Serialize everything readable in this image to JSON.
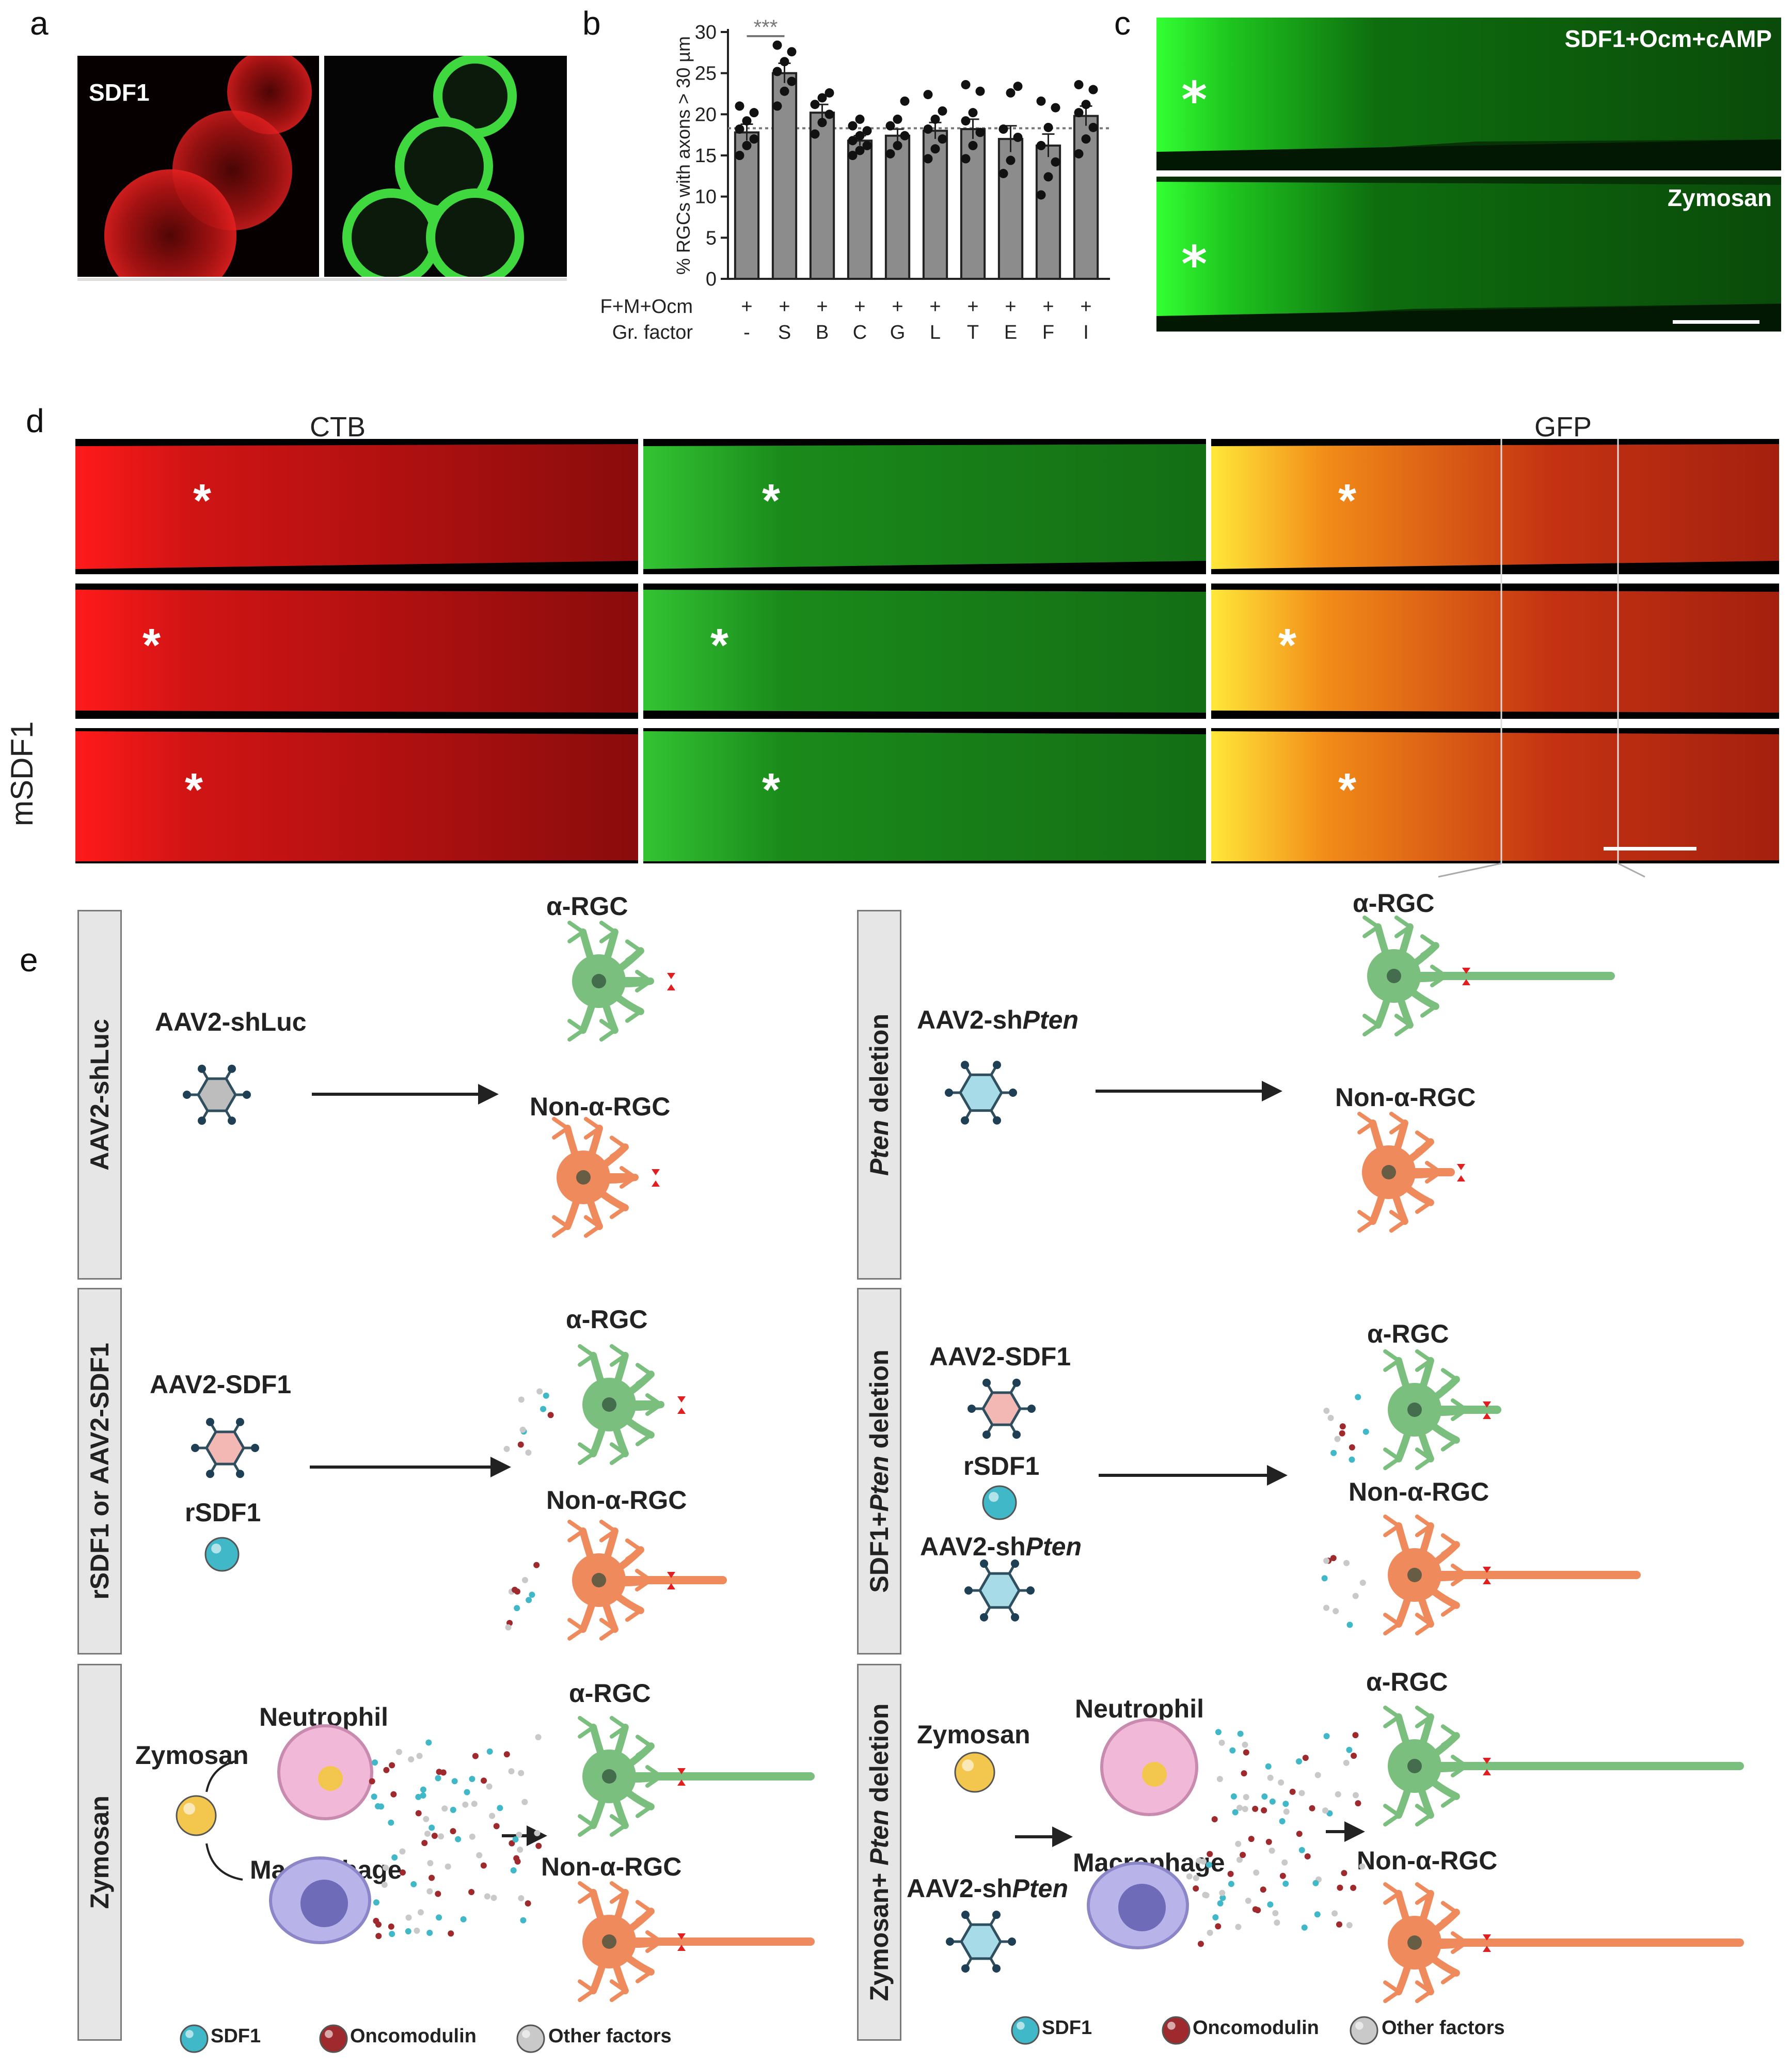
{
  "panel_letters": {
    "a": "a",
    "b": "b",
    "c": "c",
    "d": "d",
    "e": "e"
  },
  "panel_a": {
    "label": "SDF1"
  },
  "chart_data": {
    "type": "bar",
    "ylabel": "% RGCs with axons > 30 µm",
    "ylim": [
      0,
      30
    ],
    "yticks": [
      0,
      5,
      10,
      15,
      20,
      25,
      30
    ],
    "row_labels": [
      "F+M+Ocm",
      "Gr. factor"
    ],
    "categories": [
      "-",
      "S",
      "B",
      "C",
      "G",
      "L",
      "T",
      "E",
      "F",
      "I"
    ],
    "row1": [
      "+",
      "+",
      "+",
      "+",
      "+",
      "+",
      "+",
      "+",
      "+",
      "+"
    ],
    "values": [
      17.8,
      25.0,
      20.2,
      16.8,
      17.4,
      18.0,
      18.2,
      17.0,
      16.2,
      19.8
    ],
    "errors": [
      1.0,
      1.2,
      1.0,
      0.6,
      0.8,
      1.0,
      1.2,
      1.6,
      1.4,
      1.2
    ],
    "baseline": 18.3,
    "significance": {
      "label": "***",
      "from": "-",
      "to": "S"
    },
    "points": [
      [
        15.0,
        16.2,
        17.0,
        18.2,
        19.2,
        20.2,
        21.0
      ],
      [
        21.0,
        22.8,
        24.0,
        25.2,
        26.4,
        27.6,
        28.4
      ],
      [
        17.6,
        19.0,
        20.0,
        21.2,
        22.0,
        22.6
      ],
      [
        15.0,
        15.6,
        16.2,
        16.8,
        17.4,
        18.0,
        18.6,
        19.4
      ],
      [
        15.2,
        16.2,
        17.4,
        18.6,
        19.4,
        21.6
      ],
      [
        14.6,
        15.8,
        17.0,
        18.2,
        19.4,
        20.4,
        22.4
      ],
      [
        14.6,
        16.2,
        17.8,
        19.2,
        20.2,
        22.8,
        23.6
      ],
      [
        12.8,
        14.4,
        17.2,
        18.2,
        22.6,
        23.4
      ],
      [
        10.2,
        12.4,
        14.2,
        16.2,
        18.4,
        20.8,
        21.6
      ],
      [
        15.2,
        17.0,
        18.4,
        20.2,
        21.2,
        23.0,
        23.6
      ]
    ]
  },
  "panel_c": {
    "top_label": "SDF1+Ocm+cAMP",
    "bottom_label": "Zymosan"
  },
  "panel_d": {
    "col1": "CTB",
    "col3": "GFP",
    "row_label": "mSDF1"
  },
  "colors": {
    "rgc_green": "#7bbf7e",
    "rgc_orange": "#ef8a5c",
    "sdf1": "#40b8c8",
    "oncomodulin": "#9e2a2e",
    "other": "#c9c9c9",
    "vector_gray": "#bdbdbd",
    "vector_blue": "#a8dbe8",
    "vector_pink": "#f4b8b4",
    "zymosan": "#f3c64e"
  },
  "panel_e": {
    "alpha_rgc": "α-RGC",
    "non_alpha_rgc": "Non-α-RGC",
    "rows": {
      "shluc": {
        "tab": "AAV2-shLuc",
        "vector": "AAV2-shLuc"
      },
      "pten": {
        "tab_italic": "Pten",
        "tab_rest": " deletion",
        "vector_prefix": "AAV2-sh",
        "vector_italic": "Pten"
      },
      "sdf1": {
        "tab": "rSDF1 or AAV2-SDF1",
        "vector": "AAV2-SDF1",
        "protein": "rSDF1"
      },
      "sdf1_pten": {
        "tab_pre": "SDF1+",
        "tab_italic": "Pten",
        "tab_rest": " deletion",
        "vector1": "AAV2-SDF1",
        "protein": "rSDF1",
        "vector2_prefix": "AAV2-sh",
        "vector2_italic": "Pten"
      },
      "zymosan": {
        "tab": "Zymosan",
        "agent": "Zymosan",
        "cell1": "Neutrophil",
        "cell2": "Macrophage"
      },
      "zymosan_pten": {
        "tab_pre": "Zymosan+ ",
        "tab_italic": "Pten",
        "tab_rest": " deletion",
        "agent": "Zymosan",
        "cell1": "Neutrophil",
        "cell2": "Macrophage",
        "vector_prefix": "AAV2-sh",
        "vector_italic": "Pten"
      }
    },
    "legend": {
      "sdf1": "SDF1",
      "oncomodulin": "Oncomodulin",
      "other": "Other factors"
    }
  }
}
